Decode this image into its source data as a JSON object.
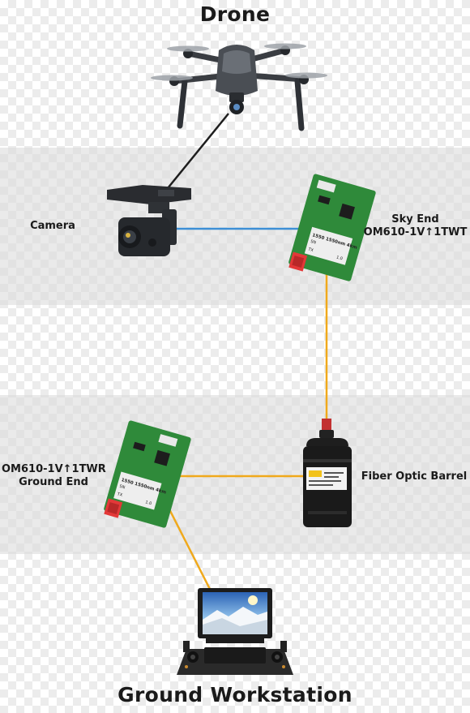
{
  "labels": {
    "drone": "Drone",
    "camera": "Camera",
    "sky_end_line1": "Sky End",
    "sky_end_line2": "OM610-1V↑1TWT",
    "ground_end_line1": "OM610-1V↑1TWR",
    "ground_end_line2": "Ground End",
    "fiber_barrel": "Fiber Optic Barrel",
    "workstation": "Ground Workstation"
  },
  "module_print": {
    "line1": "1550 1550nm 4km",
    "line2": "SN",
    "line3": "TX",
    "line4": "1.0"
  },
  "colors": {
    "drone_link": "#1e1e1e",
    "camera_link": "#3d8fd6",
    "fiber": "#f0a91c",
    "pcb": "#2f8a3a",
    "connector": "#e33838"
  },
  "icons": [
    "drone-icon",
    "camera-gimbal-icon",
    "sky-end-module-icon",
    "ground-end-module-icon",
    "fiber-barrel-icon",
    "ground-workstation-icon"
  ]
}
